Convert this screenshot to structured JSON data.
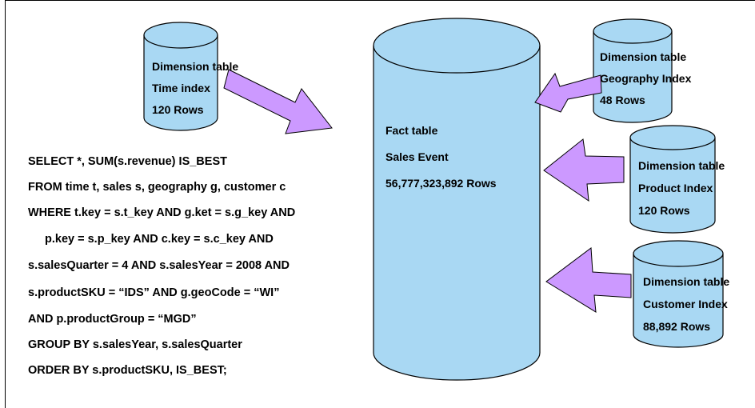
{
  "colors": {
    "cylinder_fill": "#a9d8f3",
    "cylinder_stroke": "#000000",
    "arrow_fill": "#cc99ff",
    "text": "#000000",
    "border": "#000000"
  },
  "dimension_tables": [
    {
      "line1": "Dimension table",
      "line2": "Time index",
      "line3": "120 Rows"
    },
    {
      "line1": "Dimension table",
      "line2": "Geography Index",
      "line3": "48 Rows"
    },
    {
      "line1": "Dimension table",
      "line2": "Product Index",
      "line3": "120 Rows"
    },
    {
      "line1": "Dimension table",
      "line2": "Customer Index",
      "line3": "88,892  Rows"
    }
  ],
  "fact_table": {
    "line1": "Fact table",
    "line2": "Sales Event",
    "line3": "56,777,323,892  Rows"
  },
  "sql_query": [
    "SELECT *, SUM(s.revenue) IS_BEST",
    "FROM time t, sales s, geography g, customer c",
    "WHERE t.key = s.t_key AND g.ket = s.g_key AND",
    "p.key = s.p_key AND c.key = s.c_key AND",
    "s.salesQuarter = 4 AND s.salesYear = 2008 AND",
    "s.productSKU = “IDS” AND g.geoCode = “WI”",
    "AND p.productGroup = “MGD”",
    "GROUP BY s.salesYear, s.salesQuarter",
    "ORDER BY s.productSKU, IS_BEST;"
  ]
}
